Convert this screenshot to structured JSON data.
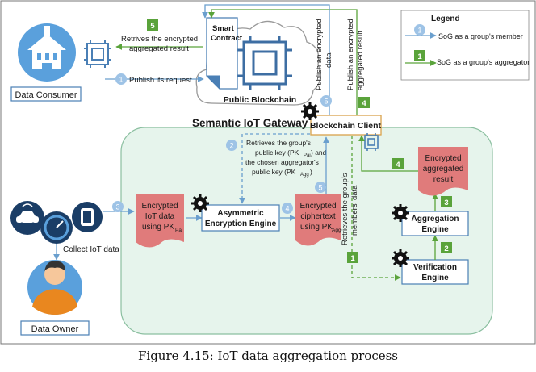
{
  "figure": {
    "caption": "Figure 4.15: IoT data aggregation process"
  },
  "actors": {
    "data_consumer": "Data Consumer",
    "data_owner": "Data Owner",
    "public_blockchain": "Public Blockchain",
    "smart_contract_line1": "Smart",
    "smart_contract_line2": "Contract",
    "gateway_title": "Semantic IoT Gateway",
    "blockchain_client": "Blockchain Client"
  },
  "boxes": {
    "asym_line1": "Asymmetric",
    "asym_line2": "Encryption Engine",
    "aggregation_line1": "Aggregation",
    "aggregation_line2": "Engine",
    "verification_line1": "Verification",
    "verification_line2": "Engine"
  },
  "documents": {
    "iot_line1": "Encrypted",
    "iot_line2": "IoT data",
    "iot_line3": "using PK",
    "iot_sub": "Pai",
    "cipher_line1": "Encrypted",
    "cipher_line2": "ciphertext",
    "cipher_line3": "using PK",
    "cipher_sub": "Agg",
    "result_line1": "Encrypted",
    "result_line2": "aggregated",
    "result_line3": "result"
  },
  "labels": {
    "retrieves_result_line1": "Retrives the encrypted",
    "retrieves_result_line2": "aggregated result",
    "publish_request": "Publish its request",
    "collect_iot": "Collect IoT data",
    "publish_data_line1": "Publish an encrypted",
    "publish_data_line2": "data",
    "publish_result_line1": "Publish an encrypted",
    "publish_result_line2": "aggregated result",
    "retrieves_members_line1": "Retrieves the group's",
    "retrieves_members_line2": "members' data",
    "pk_line1": "Retrieves the group's",
    "pk_line2a": "public key (PK",
    "pk_line2_sub": "Pai",
    "pk_line2b": ") and",
    "pk_line3": "the chosen aggregator's",
    "pk_line4a": "public key (PK",
    "pk_line4_sub": "Agg",
    "pk_line4b": ")"
  },
  "steps": {
    "s1_blue": "1",
    "s2_blue": "2",
    "s3_blue": "3",
    "s4_blue": "4",
    "s5_blue_top": "5",
    "s5_blue_gw": "5",
    "s1_green": "1",
    "s2_green": "2",
    "s3_green": "3",
    "s4_green_top": "4",
    "s4_green_gw": "4",
    "s5_green": "5"
  },
  "legend": {
    "title": "Legend",
    "blue_num": "1",
    "blue_text": "SoG as a group's member",
    "green_num": "1",
    "green_text": "SoG as a group's aggregator"
  },
  "colors": {
    "gateway_fill": "#e6f4ec",
    "doc_fill": "#e07b7b",
    "blue_arrow": "#6a9fce",
    "green_arrow": "#5aa33b",
    "green_badge": "#5aa33b",
    "blue_badge": "#9ec3e6",
    "box_border": "#4a7fb5"
  }
}
